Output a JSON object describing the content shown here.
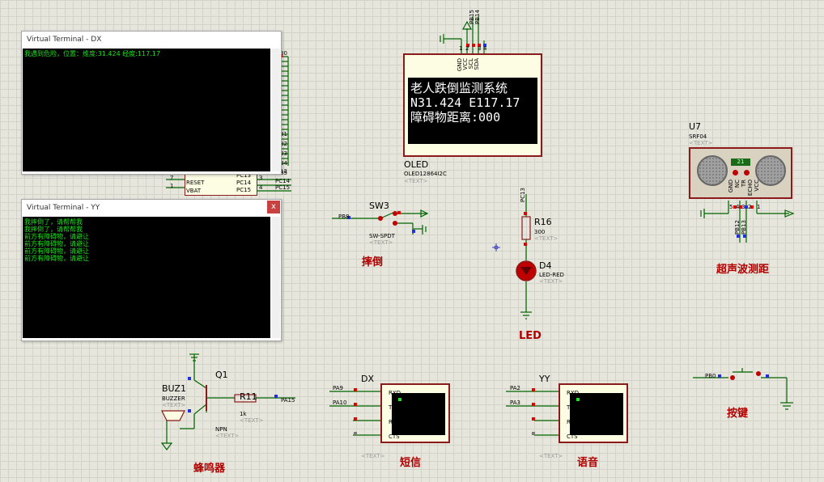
{
  "terminal_dx": {
    "title": "Virtual Terminal - DX",
    "lines": [
      "我遇到危险，位置：维度:31.424 经度:117.17"
    ]
  },
  "terminal_yy": {
    "title": "Virtual Terminal - YY",
    "close_symbol": "x",
    "lines": [
      "我摔倒了，请帮帮我",
      "我摔倒了，请帮帮我",
      "前方有障碍物，请避让",
      "前方有障碍物，请避让",
      "前方有障碍物，请避让",
      "前方有障碍物，请避让"
    ]
  },
  "mcu": {
    "pins_left": [
      "RESET",
      "VBAT"
    ],
    "pin_nums_left": [
      "7",
      "1"
    ],
    "pins_right": [
      "PC13",
      "PC14",
      "PC15"
    ],
    "pin_nums_right": [
      "3",
      "4"
    ],
    "side_nums": [
      "30",
      "",
      "",
      "",
      "",
      "",
      "",
      "",
      "",
      "",
      "",
      "",
      "",
      "",
      "",
      "",
      "",
      "",
      "",
      "",
      "31",
      "",
      "",
      "",
      "",
      "",
      "32",
      "",
      "",
      "",
      "",
      "",
      "33",
      "",
      "",
      "",
      "",
      "",
      "34",
      "",
      "",
      "",
      "",
      "",
      "35",
      "",
      "",
      "",
      "",
      "",
      "",
      "13"
    ]
  },
  "oled": {
    "ref": "OLED",
    "part": "OLED12864I2C",
    "text_tag": "<TEXT>",
    "pins": [
      "GND",
      "VCC",
      "SCL",
      "SDA"
    ],
    "top_nets": [
      "PB15",
      "PB14"
    ],
    "pin_nums": [
      "1",
      "2",
      "3",
      "4"
    ],
    "screen_lines": [
      "老人跌倒监测系统",
      "N31.424 E117.17",
      "障碍物距离:000"
    ]
  },
  "sw3": {
    "ref": "SW3",
    "part": "SW-SPDT",
    "text_tag": "<TEXT>",
    "net": "PB8",
    "caption": "摔倒"
  },
  "r16": {
    "ref": "R16",
    "value": "300",
    "text_tag": "<TEXT>",
    "net": "PC13"
  },
  "d4": {
    "ref": "D4",
    "part": "LED-RED",
    "text_tag": "<TEXT>",
    "caption": "LED"
  },
  "u7": {
    "ref": "U7",
    "part": "SRF04",
    "text_tag": "<TEXT>",
    "display": "21",
    "pins": [
      "GND",
      "NC",
      "TR",
      "ECHO",
      "VCC"
    ],
    "pin_nums": [
      "5",
      "4",
      "3",
      "2",
      "1"
    ],
    "nets": [
      "PB12",
      "PB13"
    ],
    "caption": "超声波测距"
  },
  "buzzer": {
    "ref": "BUZ1",
    "part": "BUZZER",
    "text_tag": "<TEXT>",
    "q_ref": "Q1",
    "q_part": "NPN",
    "q_text": "<TEXT>",
    "r_ref": "R11",
    "r_value": "1k",
    "r_text": "<TEXT>",
    "net": "PA15",
    "caption": "蜂鸣器"
  },
  "dx_module": {
    "ref": "DX",
    "pins": [
      "RXD",
      "TXD",
      "RTS",
      "CTS"
    ],
    "nets": [
      "PA9",
      "PA10"
    ],
    "text_tag": "<TEXT>",
    "caption": "短信"
  },
  "yy_module": {
    "ref": "YY",
    "pins": [
      "RXD",
      "TXD",
      "RTS",
      "CTS"
    ],
    "nets": [
      "PA2",
      "PA3"
    ],
    "text_tag": "<TEXT>",
    "caption": "语音"
  },
  "button": {
    "net": "PB0",
    "caption": "按键"
  },
  "colors": {
    "wire": "#006400",
    "component_border": "#8b1a1a",
    "caption": "#b00000",
    "terminal_text": "#20e020",
    "pin_red": "#e00000",
    "pin_blue": "#2030e0"
  }
}
